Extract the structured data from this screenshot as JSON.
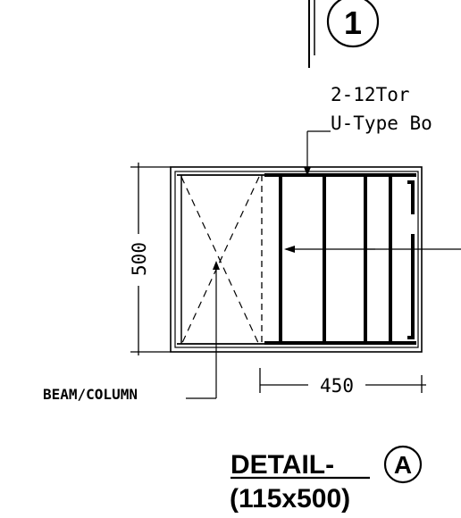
{
  "section_marker": {
    "label": "1"
  },
  "bar_callout": {
    "line1": "2-12Tor",
    "line2": "U-Type Bo"
  },
  "dimensions": {
    "height": "500",
    "width": "450"
  },
  "beam_label": "BEAM/COLUMN",
  "detail": {
    "title": "DETAIL-",
    "marker": "A",
    "size": "(115x500)"
  }
}
